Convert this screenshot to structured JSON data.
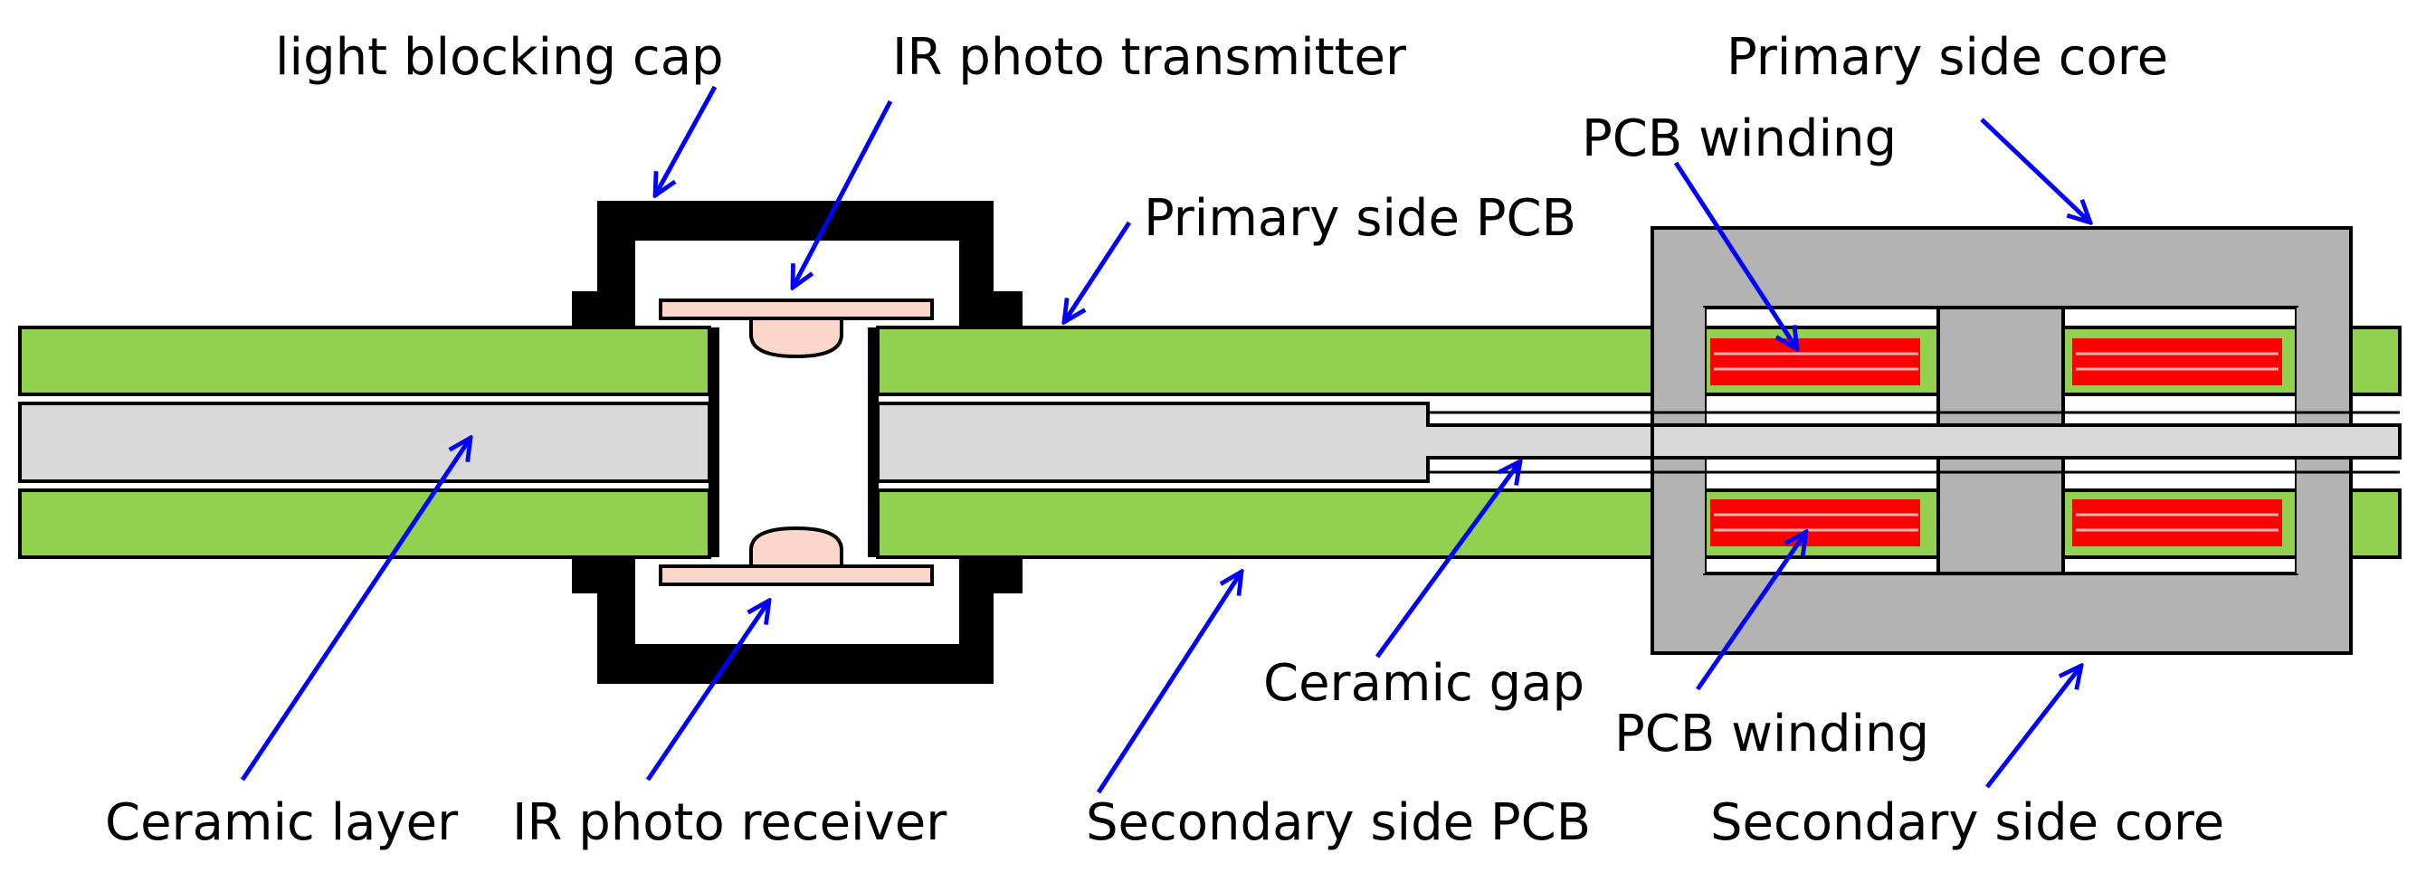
{
  "labels": {
    "light_blocking_cap": "light blocking cap",
    "ir_photo_transmitter": "IR photo transmitter",
    "primary_side_core": "Primary side core",
    "pcb_winding_top": "PCB winding",
    "primary_side_pcb": "Primary side PCB",
    "ceramic_gap": "Ceramic gap",
    "pcb_winding_bottom": "PCB winding",
    "ceramic_layer": "Ceramic layer",
    "ir_photo_receiver": "IR photo receiver",
    "secondary_side_pcb": "Secondary side PCB",
    "secondary_side_core": "Secondary side core"
  },
  "colors": {
    "pcb": "#92d050",
    "ceramic": "#d9d9d9",
    "core": "#b3b3b3",
    "winding": "#ff0000",
    "led": "#fad7c8",
    "cap": "#000000",
    "arrow": "#0000ff",
    "outline": "#000000"
  }
}
